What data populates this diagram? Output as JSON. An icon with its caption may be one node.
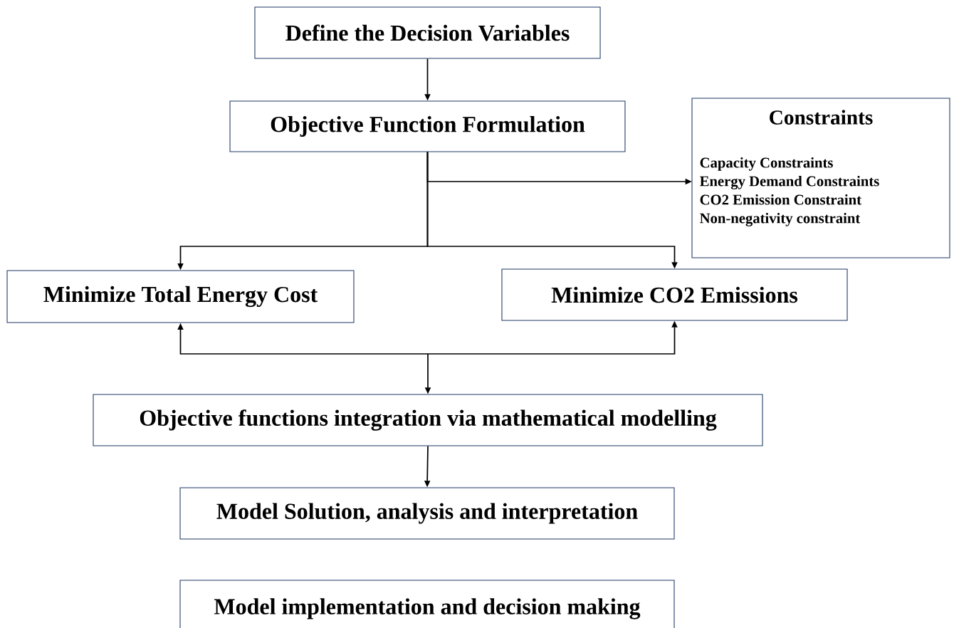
{
  "diagram": {
    "nodes": [
      {
        "text": [
          "Define the Decision Variables"
        ]
      },
      {
        "text": [
          "Objective Function Formulation"
        ]
      },
      {
        "text": [
          "Constraints",
          "Capacity Constraints",
          "Energy Demand Constraints",
          "CO2 Emission Constraint",
          "Non-negativity constraint"
        ]
      },
      {
        "text": [
          "Minimize Total Energy Cost"
        ]
      },
      {
        "text": [
          "Minimize CO2 Emissions"
        ]
      },
      {
        "text": [
          "Objective functions integration via mathematical modelling"
        ]
      },
      {
        "text": [
          "Model Solution, analysis and interpretation"
        ]
      },
      {
        "text": [
          "Model implementation and decision making"
        ]
      }
    ],
    "edges": [
      {
        "from": 0,
        "to": 1,
        "arrow": "to"
      },
      {
        "from": 1,
        "to": 2,
        "arrow": "to"
      },
      {
        "from": 1,
        "to": 3,
        "arrow": "to"
      },
      {
        "from": 1,
        "to": 4,
        "arrow": "to"
      },
      {
        "from": 3,
        "to": 5,
        "arrow": "both"
      },
      {
        "from": 4,
        "to": 5,
        "arrow": "both"
      },
      {
        "from": 5,
        "to": 6,
        "arrow": "to"
      }
    ]
  }
}
